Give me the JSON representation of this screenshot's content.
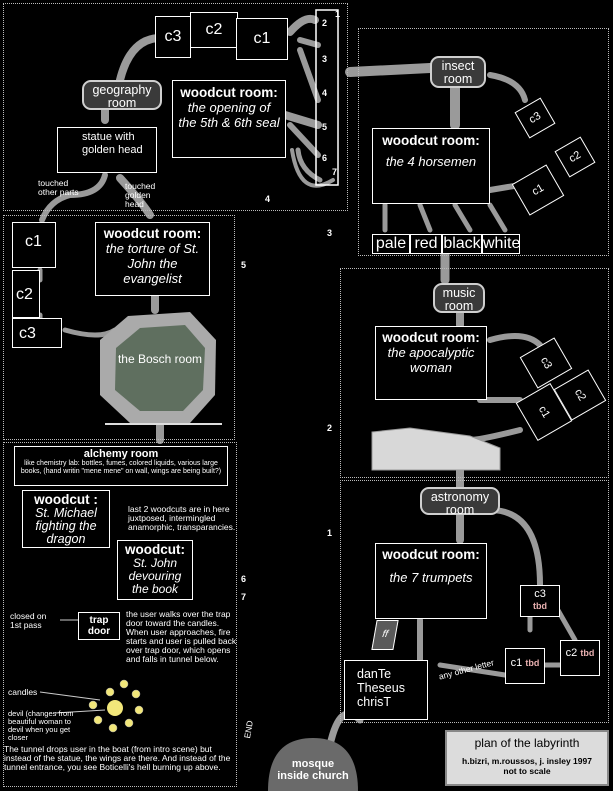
{
  "rooms": {
    "geography": "geography room",
    "insect": "insect room",
    "music": "music room",
    "astronomy": "astronomy room",
    "bosch": "the Bosch room",
    "alchemy_title": "alchemy room",
    "alchemy_desc": "like chemistry lab: bottles, fumes, colored liquids, various large books, (hand writin \"mene mene\" on wall, wings are being built?)",
    "mosque": "mosque inside church"
  },
  "woodcuts": {
    "label": "woodcut room:",
    "seal": "the opening of the 5th & 6th seal",
    "horsemen": "the 4 horsemen",
    "torture": "the torture of St. John the evangelist",
    "apocalyptic": "the apocalyptic woman",
    "trumpets": "the 7 trumpets",
    "short_label": "woodcut :",
    "short_label2": "woodcut:",
    "michael": "St. Michael fighting the dragon",
    "devouring": "St. John devouring the book"
  },
  "statue": "statue with golden head",
  "touched_other": "touched other parts",
  "touched_golden": "touched golden head",
  "horsemen_colors": [
    "pale",
    "red",
    "black",
    "white"
  ],
  "cells": {
    "c1": "c1",
    "c2": "c2",
    "c3": "c3",
    "tbd": "tbd"
  },
  "stairs": [
    "1",
    "2",
    "3",
    "4",
    "5",
    "6",
    "7"
  ],
  "zone_numbers": {
    "n4": "4",
    "n3": "3",
    "n5": "5",
    "n2": "2",
    "n1": "1",
    "n6": "6",
    "n7": "7"
  },
  "notes": {
    "last2": "last 2 woodcuts are in here juxtposed, intermingled anamorphic, transparancies.",
    "closed": "closed on 1st pass",
    "trap": "trap door",
    "user_walks": "the user walks over the trap door toward the candles. When user approaches, fire starts and user is pulled back over trap door, which opens and falls in tunnel below.",
    "candles": "candles",
    "devil": "devil (changes from beautiful woman to devil when you get closer",
    "tunnel": "The tunnel drops user in the boat (from intro scene) but instead of the statue, the wings are there. And instead of the tunnel entrance, you see Boticelli's hell burning up above.",
    "end": "END",
    "dante": "danTe Theseus chrisT",
    "any_other": "any other letter",
    "ff": "ff"
  },
  "legend": {
    "title": "plan of the labyrinth",
    "authors": "h.bizri, m.roussos, j. insley 1997",
    "scale": "not to scale"
  },
  "colors": {
    "accent": "#d7d7d7",
    "room_fill": "#5f6f5f",
    "gold": "#f4e36a",
    "pill_fill": "#3a3a3a"
  }
}
